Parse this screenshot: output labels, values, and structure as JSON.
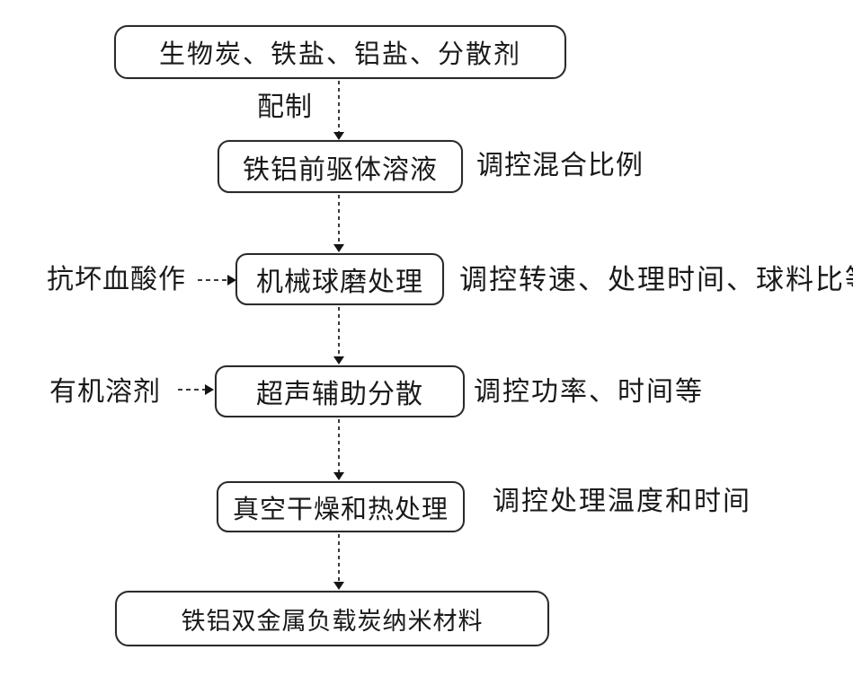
{
  "diagram": {
    "type": "flowchart",
    "colors": {
      "ink": "#1a1a1a",
      "background": "#ffffff"
    },
    "rows": [
      {
        "node": "生物炭、铁盐、铝盐、分散剂"
      },
      {
        "node": "铁铝前驱体溶液",
        "annotation": "调控混合比例"
      },
      {
        "node": "机械球磨处理",
        "input": "抗坏血酸作",
        "annotation": "调控转速、处理时间、球料比等"
      },
      {
        "node": "超声辅助分散",
        "input": "有机溶剂",
        "annotation": "调控功率、时间等"
      },
      {
        "node": "真空干燥和热处理",
        "annotation": "调控处理温度和时间"
      },
      {
        "node": "铁铝双金属负载炭纳米材料"
      }
    ],
    "edge_labels": {
      "prepare": "配制"
    }
  }
}
